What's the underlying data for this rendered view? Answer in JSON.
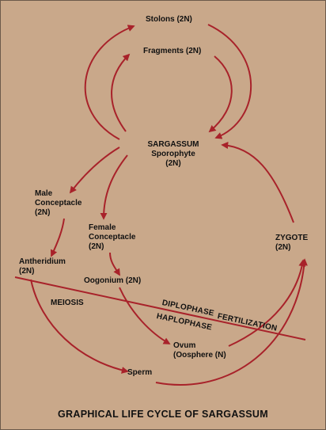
{
  "title": "GRAPHICAL LIFE CYCLE OF SARGASSUM",
  "nodes": {
    "stolons": "Stolons (2N)",
    "fragments": "Fragments (2N)",
    "sporophyte": [
      "SARGASSUM",
      "Sporophyte",
      "(2N)"
    ],
    "male_conceptacle": [
      "Male",
      "Conceptacle",
      "(2N)"
    ],
    "female_conceptacle": [
      "Female",
      "Conceptacle",
      "(2N)"
    ],
    "antheridium": [
      "Antheridium",
      "(2N)"
    ],
    "oogonium": "Oogonium (2N)",
    "meiosis": "MEIOSIS",
    "ovum": [
      "Ovum",
      "(Oosphere (N)"
    ],
    "sperm": "Sperm",
    "zygote": [
      "ZYGOTE",
      "(2N)"
    ]
  },
  "phases": {
    "diplophase": "DIPLOPHASE",
    "fertilization": "FERTILIZATION",
    "haplophase": "HAPLOPHASE"
  },
  "colors": {
    "background": "#c9a88a",
    "arrow": "#a8222a",
    "text": "#111111"
  }
}
